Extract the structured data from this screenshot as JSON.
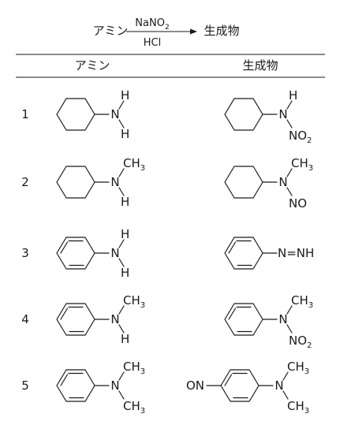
{
  "header": {
    "reactant": "アミン",
    "reagent_top": "NaNO",
    "reagent_top_sub": "2",
    "reagent_bottom": "HCl",
    "product": "生成物"
  },
  "columns": {
    "amine": "アミン",
    "product": "生成物"
  },
  "rows": [
    {
      "number": "1",
      "amine": {
        "ring": "cyclohexyl",
        "N": "N",
        "top": "H",
        "bottom": "H"
      },
      "product": {
        "ring": "cyclohexyl",
        "N": "N",
        "top": "H",
        "bottom": "NO",
        "bottom_sub": "2"
      }
    },
    {
      "number": "2",
      "amine": {
        "ring": "cyclohexyl",
        "N": "N",
        "top": "CH",
        "top_sub": "3",
        "bottom": "H"
      },
      "product": {
        "ring": "cyclohexyl",
        "N": "N",
        "top": "CH",
        "top_sub": "3",
        "bottom": "NO"
      }
    },
    {
      "number": "3",
      "amine": {
        "ring": "phenyl",
        "N": "N",
        "top": "H",
        "bottom": "H"
      },
      "product": {
        "ring": "phenyl",
        "azo": "N=NH"
      }
    },
    {
      "number": "4",
      "amine": {
        "ring": "phenyl",
        "N": "N",
        "top": "CH",
        "top_sub": "3",
        "bottom": "H"
      },
      "product": {
        "ring": "phenyl",
        "N": "N",
        "top": "CH",
        "top_sub": "3",
        "bottom": "NO",
        "bottom_sub": "2"
      }
    },
    {
      "number": "5",
      "amine": {
        "ring": "phenyl",
        "N": "N",
        "top": "CH",
        "top_sub": "3",
        "bottom": "CH",
        "bottom_sub": "3"
      },
      "product": {
        "ring": "phenyl",
        "para": "ON",
        "N": "N",
        "top": "CH",
        "top_sub": "3",
        "bottom": "CH",
        "bottom_sub": "3"
      }
    }
  ]
}
